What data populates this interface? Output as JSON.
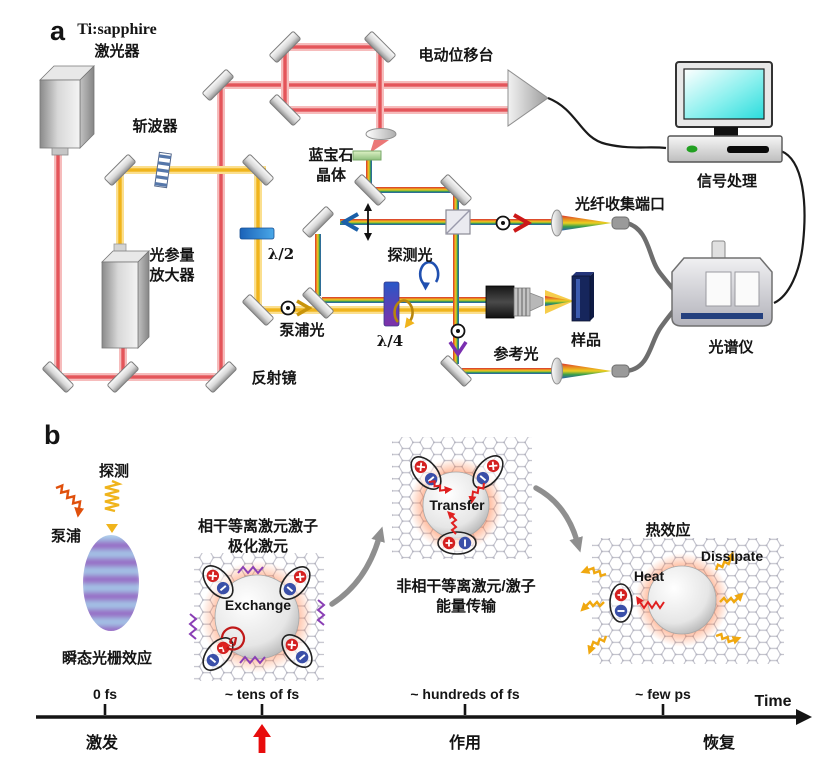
{
  "panel_a": {
    "tag": "a",
    "laser_1": "Ti:sapphire",
    "laser_2": "激光器",
    "chopper": "斩波器",
    "opa_1": "光参量",
    "opa_2": "放大器",
    "half_wave": "λ/2",
    "quarter_wave": "λ/4",
    "pump_beam": "泵浦光",
    "mirror": "反射镜",
    "sapphire_1": "蓝宝石",
    "sapphire_2": "晶体",
    "probe_beam": "探测光",
    "delay_stage": "电动位移台",
    "signal_processing": "信号处理",
    "fiber_port": "光纤收集端口",
    "sample": "样品",
    "reference_beam": "参考光",
    "spectrometer": "光谱仪"
  },
  "panel_b": {
    "tag": "b",
    "probe": "探测",
    "pump": "泵浦",
    "transient_grating": "瞬态光栅效应",
    "coherent_1": "相干等离激元激子",
    "coherent_2": "极化激元",
    "exchange": "Exchange",
    "g_factor": "g",
    "incoherent_1": "非相干等离激元/激子",
    "incoherent_2": "能量传输",
    "transfer": "Transfer",
    "thermal_effect": "热效应",
    "heat": "Heat",
    "dissipate": "Dissipate",
    "timeline": {
      "t0": "0 fs",
      "t1": "~ tens of fs",
      "t2": "~ hundreds of fs",
      "t3": "~ few ps",
      "axis_label": "Time",
      "phase_0": "激发",
      "phase_1": "作用",
      "phase_2": "恢复"
    }
  },
  "colors": {
    "red_beam": "#e4555a",
    "yellow_beam": "#f0b41c",
    "plasmon_glow": "#ff7040",
    "timeline_arrow": "#e80c0c"
  }
}
